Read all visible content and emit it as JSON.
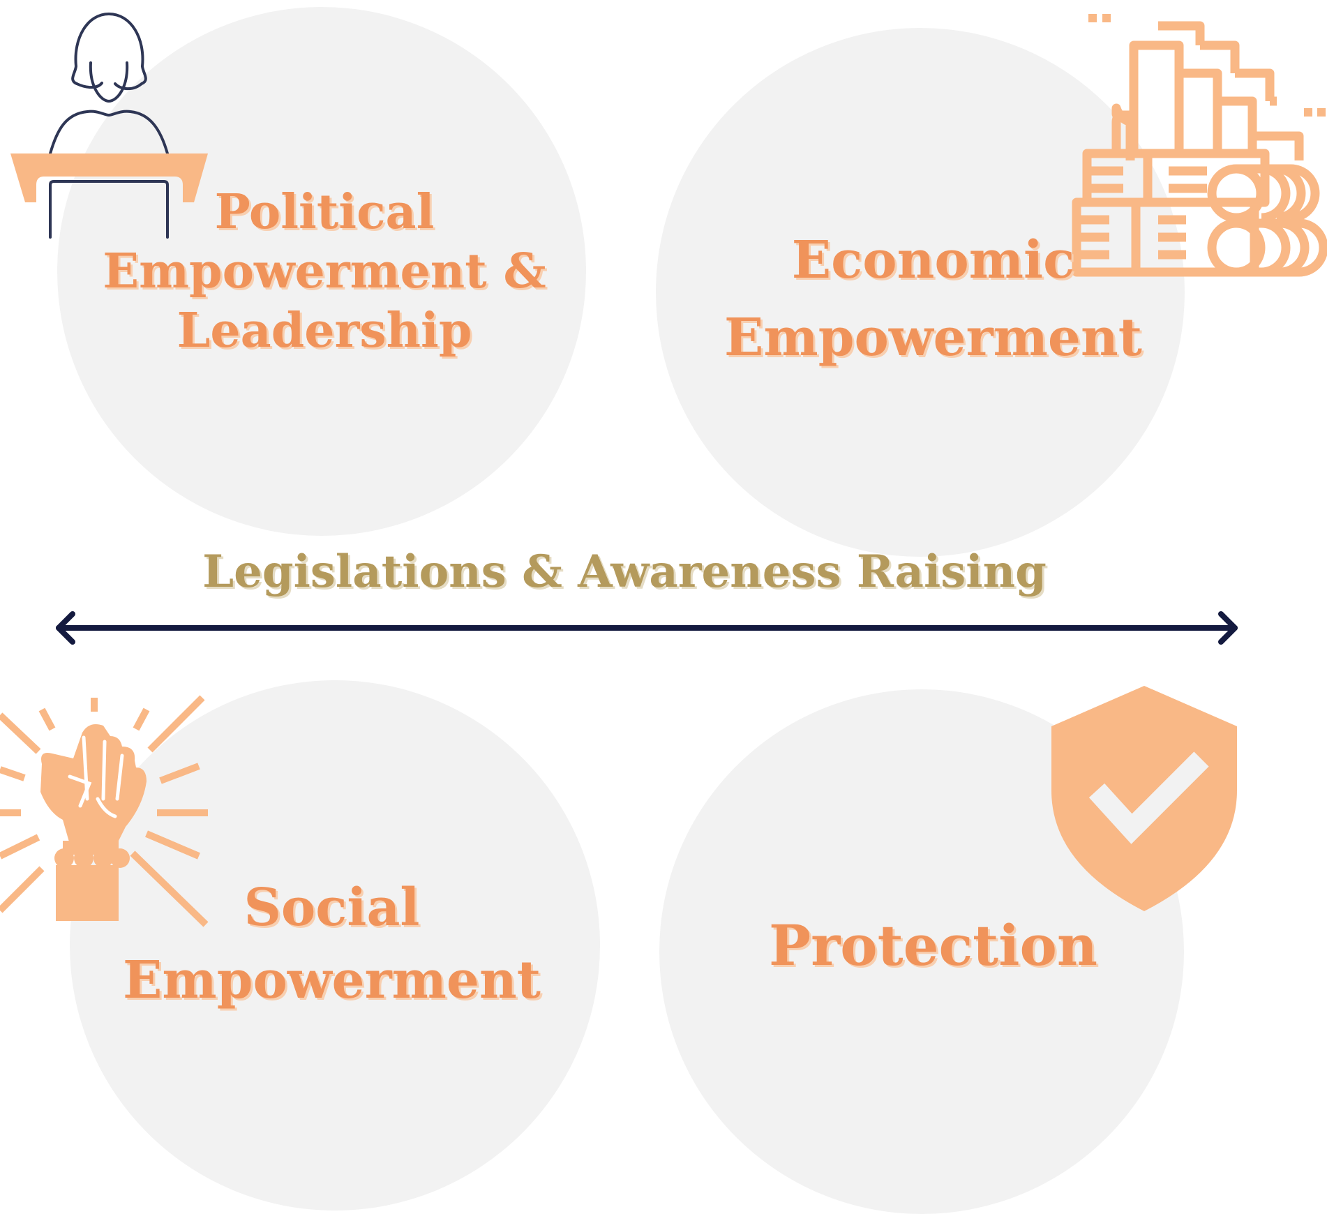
{
  "colors": {
    "circle_fill": "#f2f2f2",
    "label_orange": "#f0935a",
    "icon_orange": "#f9b886",
    "center_gold": "#b49a5c",
    "arrow_navy": "#141a3f"
  },
  "quadrants": {
    "political": {
      "lines": [
        "Political",
        "Empowerment &",
        "Leadership"
      ],
      "icon": "speaker-at-podium-icon"
    },
    "economic": {
      "lines": [
        "Economic",
        "Empowerment"
      ],
      "icon": "stacked-money-coins-icon"
    },
    "social": {
      "lines": [
        "Social",
        "Empowerment"
      ],
      "icon": "raised-fist-icon"
    },
    "protection": {
      "lines": [
        "Protection"
      ],
      "icon": "shield-check-icon"
    }
  },
  "center": {
    "label": "Legislations & Awareness Raising",
    "connector": "double-headed-arrow"
  }
}
